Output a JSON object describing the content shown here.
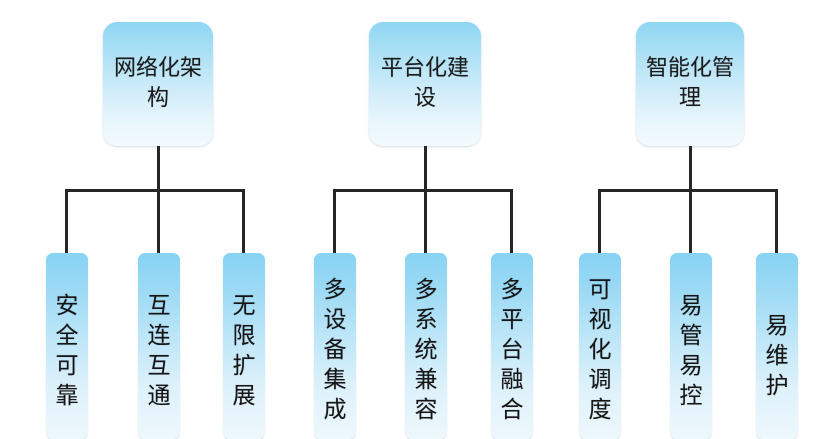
{
  "diagram": {
    "type": "org-chart",
    "title": "",
    "background_color": "#ffffff",
    "node_gradient_top": "#8ed6f3",
    "node_gradient_bottom": "#f2fafd",
    "connector_color": "#262626",
    "text_color": "#161616",
    "groups": [
      {
        "id": "group-1",
        "parent": {
          "label": "网络化架构"
        },
        "children": [
          {
            "label": "安全可靠"
          },
          {
            "label": "互连互通"
          },
          {
            "label": "无限扩展"
          }
        ]
      },
      {
        "id": "group-2",
        "parent": {
          "label": "平台化建设"
        },
        "children": [
          {
            "label": "多设备集成"
          },
          {
            "label": "多系统兼容"
          },
          {
            "label": "多平台融合"
          }
        ]
      },
      {
        "id": "group-3",
        "parent": {
          "label": "智能化管理"
        },
        "children": [
          {
            "label": "可视化调度"
          },
          {
            "label": "易管易控"
          },
          {
            "label": "易维护"
          }
        ]
      }
    ]
  }
}
